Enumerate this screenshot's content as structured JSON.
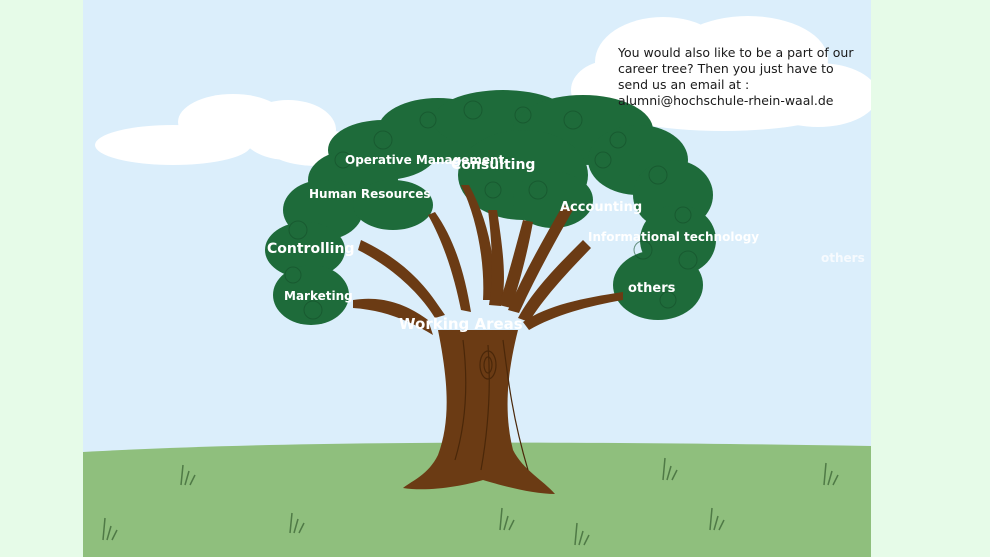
{
  "cloud_message": "You would also like to be a part of our career tree? Then you just have to send us an email at : alumni@hochschule-rhein-waal.de",
  "trunk_label": "Working Areas",
  "branches": {
    "operative_management": "Operative Management",
    "consulting": "Consulting",
    "human_resources": "Human Resources",
    "accounting": "Accounting",
    "informational_technology": "Informational technology",
    "controlling": "Controlling",
    "marketing": "Marketing",
    "others": "others"
  },
  "offscreen_label": "others",
  "colors": {
    "sky": "#dbeefb",
    "grass": "#8fbf7d",
    "foliage": "#1e6b3a",
    "trunk": "#6b3b14",
    "page_background": "#e6fbe8"
  }
}
